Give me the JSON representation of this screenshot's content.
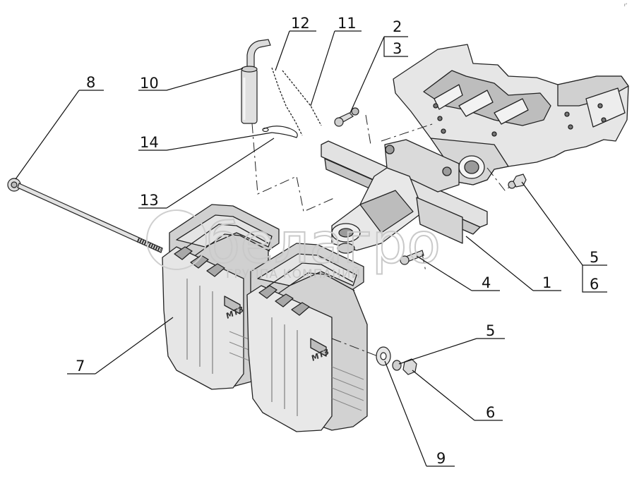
{
  "diagram": {
    "callouts": [
      {
        "id": "c8",
        "text": "8"
      },
      {
        "id": "c12",
        "text": "12"
      },
      {
        "id": "c11",
        "text": "11"
      },
      {
        "id": "c2",
        "text": "2"
      },
      {
        "id": "c3",
        "text": "3"
      },
      {
        "id": "c10",
        "text": "10"
      },
      {
        "id": "c14",
        "text": "14"
      },
      {
        "id": "c13",
        "text": "13"
      },
      {
        "id": "c5a",
        "text": "5"
      },
      {
        "id": "c6a",
        "text": "6"
      },
      {
        "id": "c4",
        "text": "4"
      },
      {
        "id": "c1",
        "text": "1"
      },
      {
        "id": "c7",
        "text": "7"
      },
      {
        "id": "c5b",
        "text": "5"
      },
      {
        "id": "c6b",
        "text": "6"
      },
      {
        "id": "c9",
        "text": "9"
      }
    ],
    "weight_marking": "МТЗ",
    "watermark": {
      "brand": "белагро",
      "subtitle": "ГРУППА КОМПАНИЙ"
    },
    "corner_mark": "r'"
  },
  "colors": {
    "line": "#222222",
    "part_fill": "#dcdcdc",
    "part_light": "#ececec",
    "part_dark": "#b4b4b4",
    "watermark": "#c9c9c9"
  }
}
